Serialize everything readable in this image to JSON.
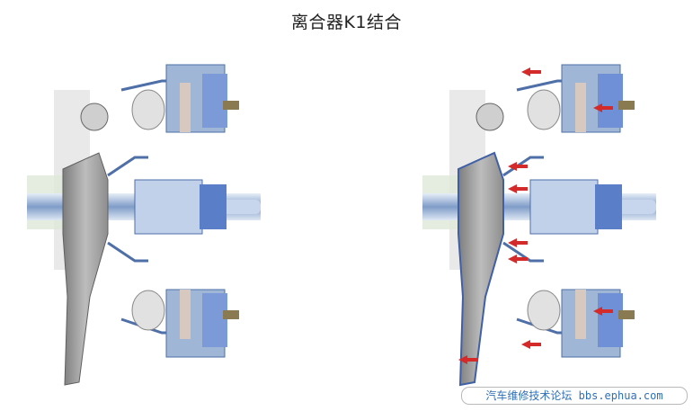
{
  "title": "离合器K1结合",
  "panels": [
    {
      "state": "initial",
      "arrows": 0
    },
    {
      "state": "engaged",
      "arrows": 9
    }
  ],
  "watermark": "汽车维修技术论坛 bbs.ephua.com",
  "colors": {
    "housing": "#9fb6d6",
    "housing_dark": "#4e6fa8",
    "piston_blue": "#6f8fd6",
    "lever_gray": "#8e8e8e",
    "plates": "#d8c9c0",
    "arrow": "#d42a2a",
    "bolt_brown": "#8a7a52"
  }
}
